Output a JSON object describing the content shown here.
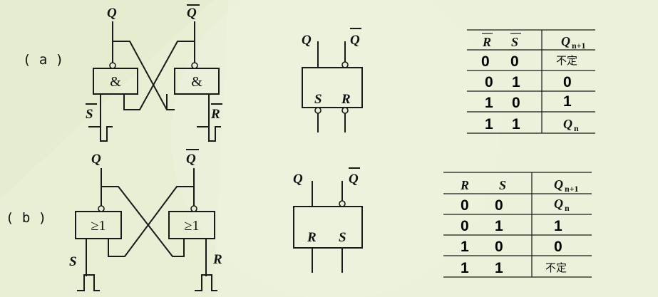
{
  "labels": {
    "a": "( a )",
    "b": "( b )"
  },
  "signals": {
    "Q": "Q",
    "Qbar": "Q",
    "S": "S",
    "R": "R",
    "Sbar": "S",
    "Rbar": "R"
  },
  "gates": {
    "and": "&",
    "or": "≥1"
  },
  "table_a": {
    "headers": [
      "R",
      "S",
      "Q",
      "n+1"
    ],
    "rows": [
      {
        "r": "0",
        "s": "0",
        "q": "不定"
      },
      {
        "r": "0",
        "s": "1",
        "q": "0"
      },
      {
        "r": "1",
        "s": "0",
        "q": "1"
      },
      {
        "r": "1",
        "s": "1",
        "q": "Q",
        "qsub": "n"
      }
    ]
  },
  "table_b": {
    "headers": [
      "R",
      "S",
      "Q",
      "n+1"
    ],
    "rows": [
      {
        "r": "0",
        "s": "0",
        "q": "Q",
        "qsub": "n"
      },
      {
        "r": "0",
        "s": "1",
        "q": "1"
      },
      {
        "r": "1",
        "s": "0",
        "q": "0"
      },
      {
        "r": "1",
        "s": "1",
        "q": "不定"
      }
    ]
  }
}
